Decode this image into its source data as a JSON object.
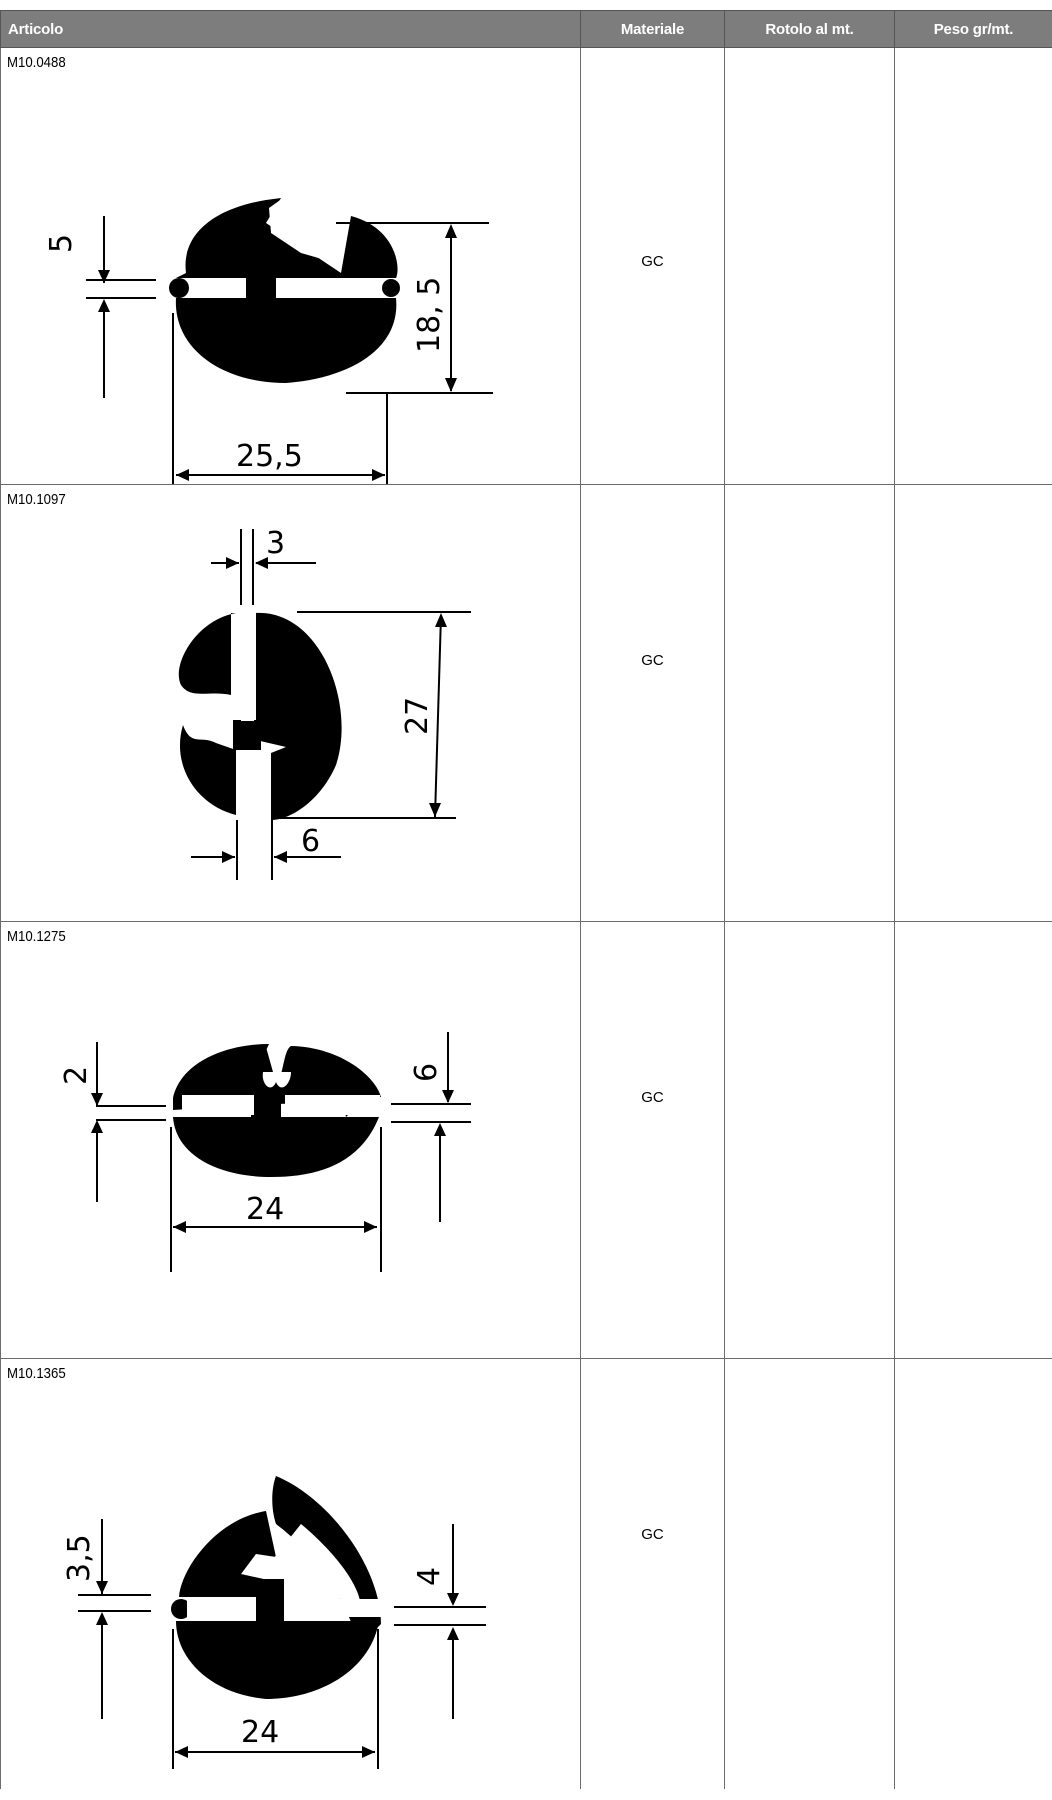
{
  "table": {
    "headers": {
      "articolo": "Articolo",
      "materiale": "Materiale",
      "rotolo": "Rotolo al mt.",
      "peso": "Peso gr/mt."
    },
    "rows": [
      {
        "code": "M10.0488",
        "materiale": "GC",
        "rotolo": "",
        "peso": "",
        "dims": {
          "a": "5",
          "b": "18, 5",
          "c": "25,5"
        }
      },
      {
        "code": "M10.1097",
        "materiale": "GC",
        "rotolo": "",
        "peso": "",
        "dims": {
          "a": "3",
          "b": "27",
          "c": "6"
        }
      },
      {
        "code": "M10.1275",
        "materiale": "GC",
        "rotolo": "",
        "peso": "",
        "dims": {
          "a": "2",
          "b": "6",
          "c": "24"
        }
      },
      {
        "code": "M10.1365",
        "materiale": "GC",
        "rotolo": "",
        "peso": "",
        "dims": {
          "a": "3,5",
          "b": "4",
          "c": "24"
        }
      }
    ]
  }
}
